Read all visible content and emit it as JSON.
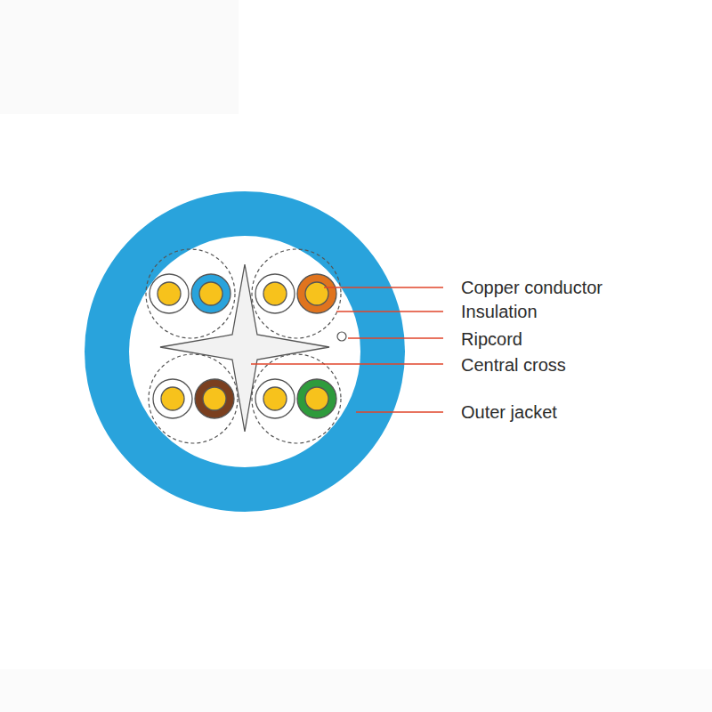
{
  "diagram": {
    "labels": [
      "Copper conductor",
      "Insulation",
      "Ripcord",
      "Central cross",
      "Outer jacket"
    ]
  }
}
